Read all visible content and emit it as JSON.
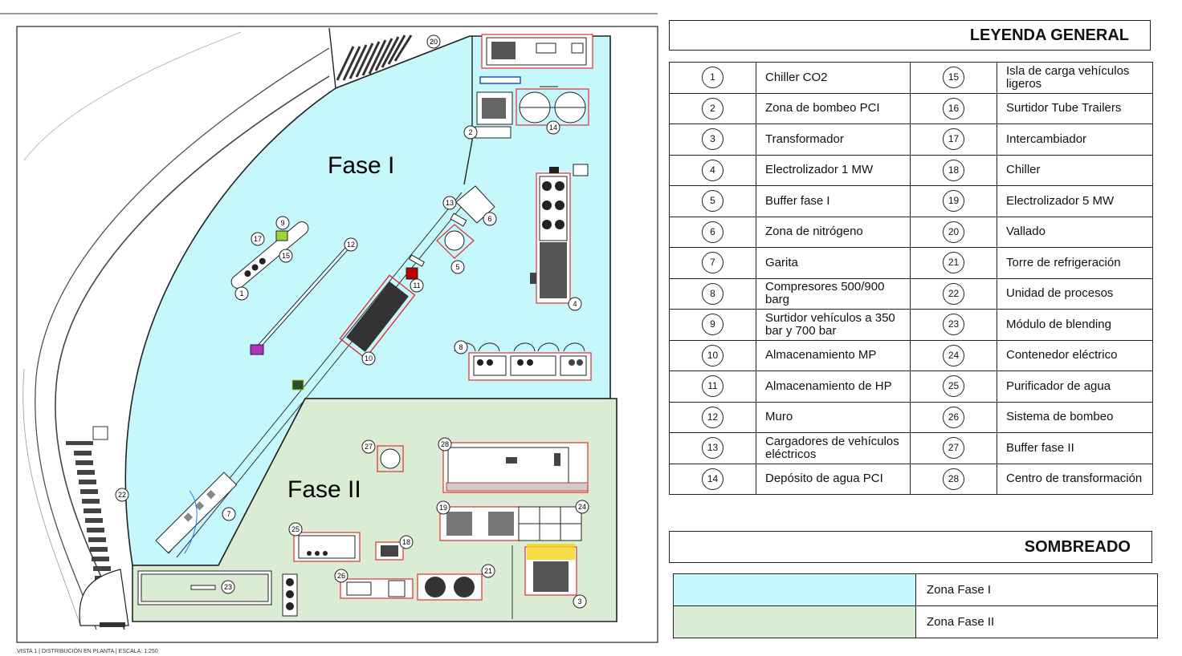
{
  "plan": {
    "phase1_label": "Fase I",
    "phase2_label": "Fase II",
    "footer_caption": "VISTA 1 | DISTRIBUCIÓN EN PLANTA | ESCALA: 1:250",
    "colors": {
      "phase1": "#c6f7fb",
      "phase2": "#dbecd5",
      "equipment": "#e03030",
      "line": "#1a1a1a"
    },
    "markers": {
      "m1": "1",
      "m2": "2",
      "m3": "3",
      "m4": "4",
      "m5": "5",
      "m6": "6",
      "m7": "7",
      "m8": "8",
      "m9": "9",
      "m10": "10",
      "m11": "11",
      "m12": "12",
      "m13": "13",
      "m14": "14",
      "m15": "15",
      "m17": "17",
      "m18": "18",
      "m19": "19",
      "m20": "20",
      "m21": "21",
      "m22": "22",
      "m23": "23",
      "m24": "24",
      "m25": "25",
      "m26": "26",
      "m27": "27",
      "m28": "28"
    }
  },
  "legend": {
    "title": "LEYENDA GENERAL",
    "items": [
      {
        "num": "1",
        "label": "Chiller CO2"
      },
      {
        "num": "2",
        "label": "Zona de bombeo PCI"
      },
      {
        "num": "3",
        "label": "Transformador"
      },
      {
        "num": "4",
        "label": "Electrolizador 1 MW"
      },
      {
        "num": "5",
        "label": "Buffer fase I"
      },
      {
        "num": "6",
        "label": "Zona de nitrógeno"
      },
      {
        "num": "7",
        "label": "Garita"
      },
      {
        "num": "8",
        "label": "Compresores 500/900 barg"
      },
      {
        "num": "9",
        "label": "Surtidor vehículos a 350 bar y 700 bar"
      },
      {
        "num": "10",
        "label": "Almacenamiento MP"
      },
      {
        "num": "11",
        "label": "Almacenamiento de HP"
      },
      {
        "num": "12",
        "label": "Muro"
      },
      {
        "num": "13",
        "label": "Cargadores de vehículos eléctricos"
      },
      {
        "num": "14",
        "label": "Depósito de agua PCI"
      },
      {
        "num": "15",
        "label": "Isla de carga vehículos ligeros"
      },
      {
        "num": "16",
        "label": "Surtidor Tube Trailers"
      },
      {
        "num": "17",
        "label": "Intercambiador"
      },
      {
        "num": "18",
        "label": "Chiller"
      },
      {
        "num": "19",
        "label": "Electrolizador 5 MW"
      },
      {
        "num": "20",
        "label": "Vallado"
      },
      {
        "num": "21",
        "label": "Torre de refrigeración"
      },
      {
        "num": "22",
        "label": "Unidad de procesos"
      },
      {
        "num": "23",
        "label": "Módulo de blending"
      },
      {
        "num": "24",
        "label": "Contenedor eléctrico"
      },
      {
        "num": "25",
        "label": "Purificador de agua"
      },
      {
        "num": "26",
        "label": "Sistema de bombeo"
      },
      {
        "num": "27",
        "label": "Buffer fase II"
      },
      {
        "num": "28",
        "label": "Centro de transformación"
      }
    ]
  },
  "shading": {
    "title": "SOMBREADO",
    "items": [
      {
        "label": "Zona Fase I",
        "color": "#c6f7fb"
      },
      {
        "label": "Zona Fase II",
        "color": "#dbecd5"
      }
    ]
  }
}
